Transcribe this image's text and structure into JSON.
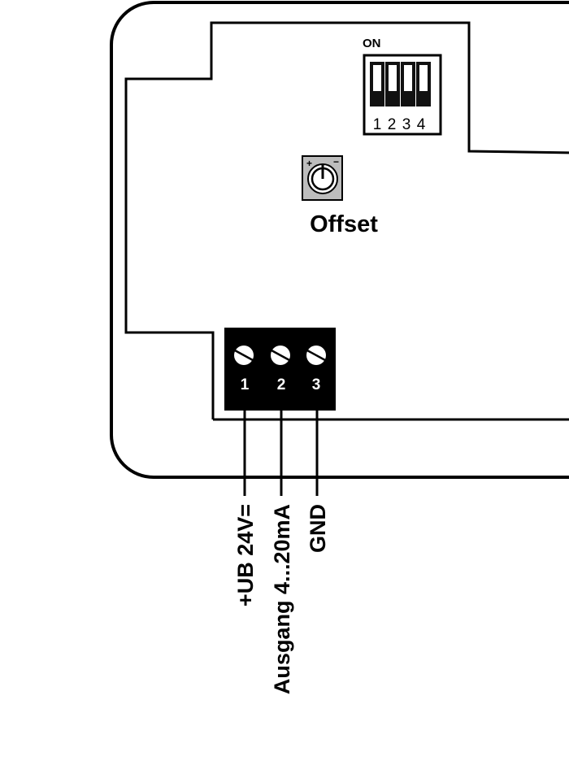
{
  "dip_switch": {
    "on_label": "ON",
    "labels": [
      "1",
      "2",
      "3",
      "4"
    ]
  },
  "potentiometer": {
    "plus": "+",
    "minus": "−",
    "label": "Offset"
  },
  "terminals": [
    "1",
    "2",
    "3"
  ],
  "wires": [
    "+UB 24V=",
    "Ausgang 4...20mA",
    "GND"
  ]
}
